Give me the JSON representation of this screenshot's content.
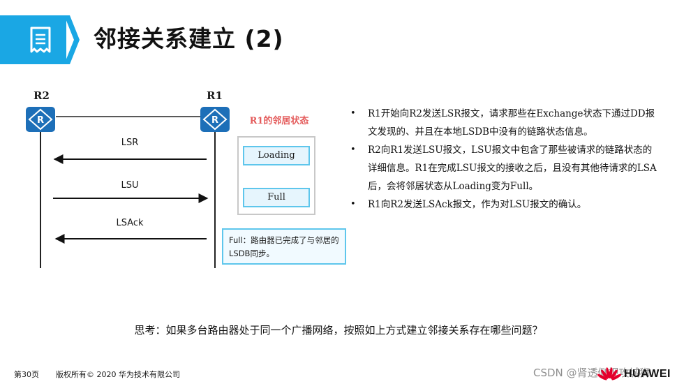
{
  "slide": {
    "title": "邻接关系建立 (2)"
  },
  "diagram": {
    "router_left_label": "R2",
    "router_right_label": "R1",
    "messages": [
      "LSR",
      "LSU",
      "LSAck"
    ],
    "state_panel_title": "R1的邻居状态",
    "states": [
      "Loading",
      "Full"
    ],
    "note": "Full：路由器已完成了与邻居的LSDB同步。"
  },
  "bullets": [
    "R1开始向R2发送LSR报文，请求那些在Exchange状态下通过DD报文发现的、并且在本地LSDB中没有的链路状态信息。",
    "R2向R1发送LSU报文，LSU报文中包含了那些被请求的链路状态的详细信息。R1在完成LSU报文的接收之后，且没有其他待请求的LSA后，会将邻居状态从Loading变为Full。",
    "R1向R2发送LSAck报文，作为对LSU报文的确认。"
  ],
  "question": "思考：如果多台路由器处于同一个广播网络，按照如上方式建立邻接关系存在哪些问题？",
  "footer": {
    "page": "第30页",
    "copyright": "版权所有© 2020 华为技术有限公司",
    "watermark": "CSDN @肾透侧视攻城狮",
    "brand": "HUAWEI"
  },
  "colors": {
    "header_blue": "#1aa7e4",
    "router_blue": "#1d6fb8",
    "state_border": "#5ec6ec",
    "state_title_red": "#e45c5c"
  },
  "icons": {
    "header": "document-icon",
    "router": "router-icon",
    "logo": "huawei-logo-icon"
  }
}
